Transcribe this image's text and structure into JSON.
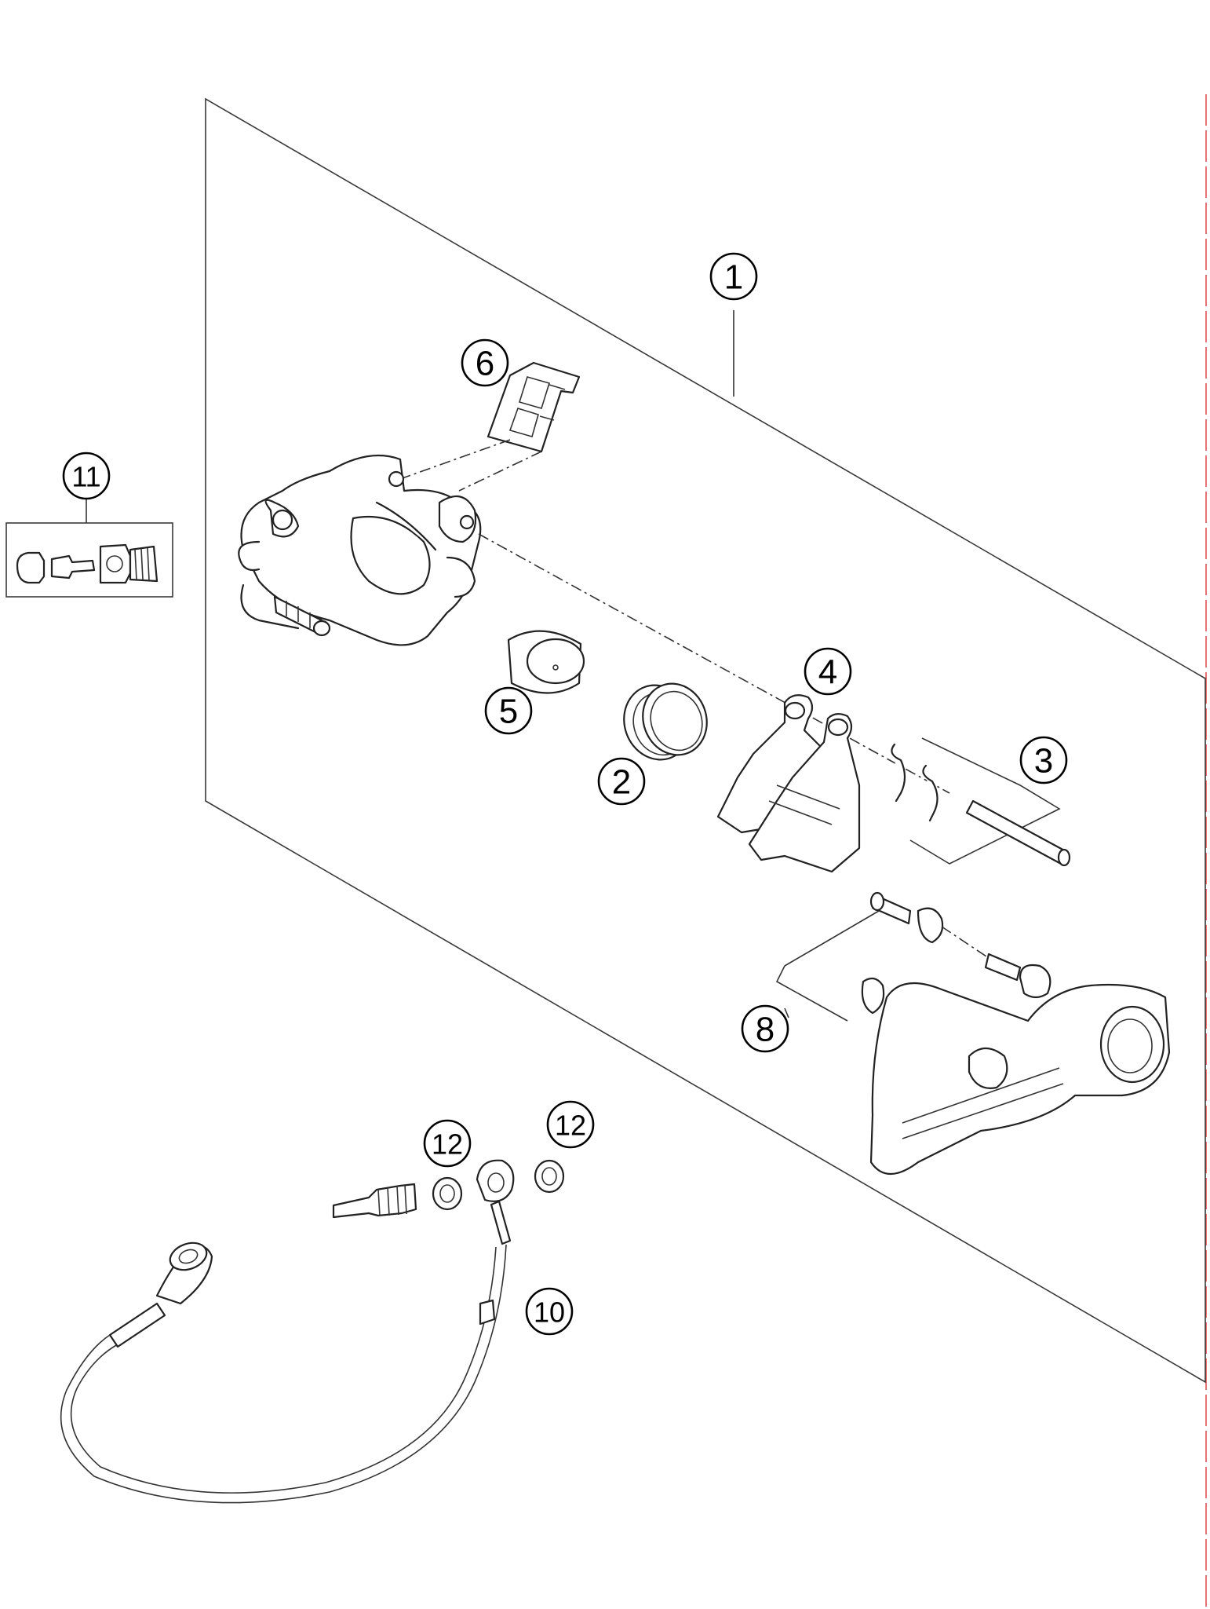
{
  "colors": {
    "line": "#3a3a3a",
    "margin_rule": "#e05050",
    "background": "#ffffff"
  },
  "callouts": [
    {
      "id": "callout-1",
      "text": "1"
    },
    {
      "id": "callout-2",
      "text": "2"
    },
    {
      "id": "callout-3",
      "text": "3"
    },
    {
      "id": "callout-4",
      "text": "4"
    },
    {
      "id": "callout-5",
      "text": "5"
    },
    {
      "id": "callout-6",
      "text": "6"
    },
    {
      "id": "callout-8",
      "text": "8"
    },
    {
      "id": "callout-10",
      "text": "10"
    },
    {
      "id": "callout-11",
      "text": "11"
    },
    {
      "id": "callout-12a",
      "text": "12"
    },
    {
      "id": "callout-12b",
      "text": "12"
    }
  ]
}
